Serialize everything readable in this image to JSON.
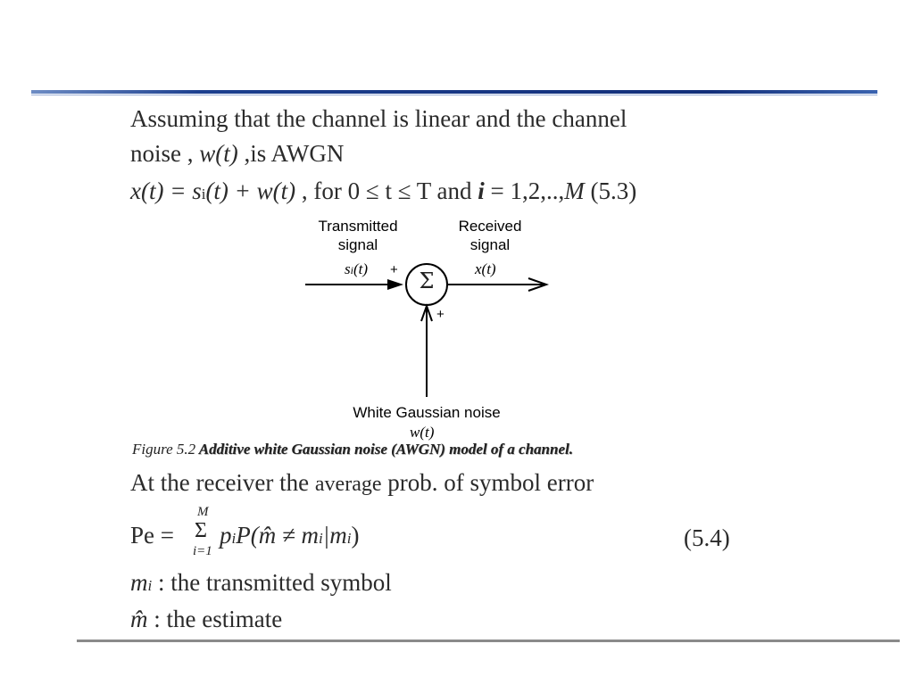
{
  "text": {
    "l1": "Assuming that the channel is linear and the channel",
    "l2_a": "noise ,",
    "l2_b": "w(t)",
    "l2_c": ",is AWGN",
    "l3_a": "x(t) = s",
    "l3_sub": "i",
    "l3_b": "(t) + w(t)",
    "l3_c": ", for 0 ≤ t ≤ T  and",
    "l3_d": "i",
    "l3_e": "= 1,2,..,",
    "l3_f": "M",
    "l3_g": "(5.3)"
  },
  "diagram": {
    "tx_label_1": "Transmitted",
    "tx_label_2": "signal",
    "tx_math": "s",
    "tx_math_sub": "i",
    "tx_math_rest": "(t)",
    "rx_label_1": "Received",
    "rx_label_2": "signal",
    "rx_math": "x(t)",
    "sum_symbol": "Σ",
    "plus_left": "+",
    "plus_bottom": "+",
    "noise_label": "White Gaussian noise",
    "noise_math": "w(t)"
  },
  "caption": {
    "number": "Figure 5.2",
    "title": "Additive white Gaussian noise (AWGN) model of a channel."
  },
  "receiver": {
    "a": "At the receiver the",
    "b": "average",
    "c": "prob.",
    "d": "of",
    "e": "symbol error"
  },
  "equation": {
    "lhs": "Pe =",
    "sum_upper": "M",
    "sum_sym": "Σ",
    "sum_lower": "i=1",
    "body": "p",
    "body_sub": "i",
    "body_rest": "P(m̂ ≠ m",
    "body_sub2": "i",
    "body_bar": "|m",
    "body_sub3": "i",
    "body_close": ")",
    "number": "(5.4)"
  },
  "defs": {
    "d1_var": "m",
    "d1_sub": "i",
    "d1_text": ": the transmitted symbol",
    "d2_var": "m̂",
    "d2_text": ": the estimate"
  }
}
